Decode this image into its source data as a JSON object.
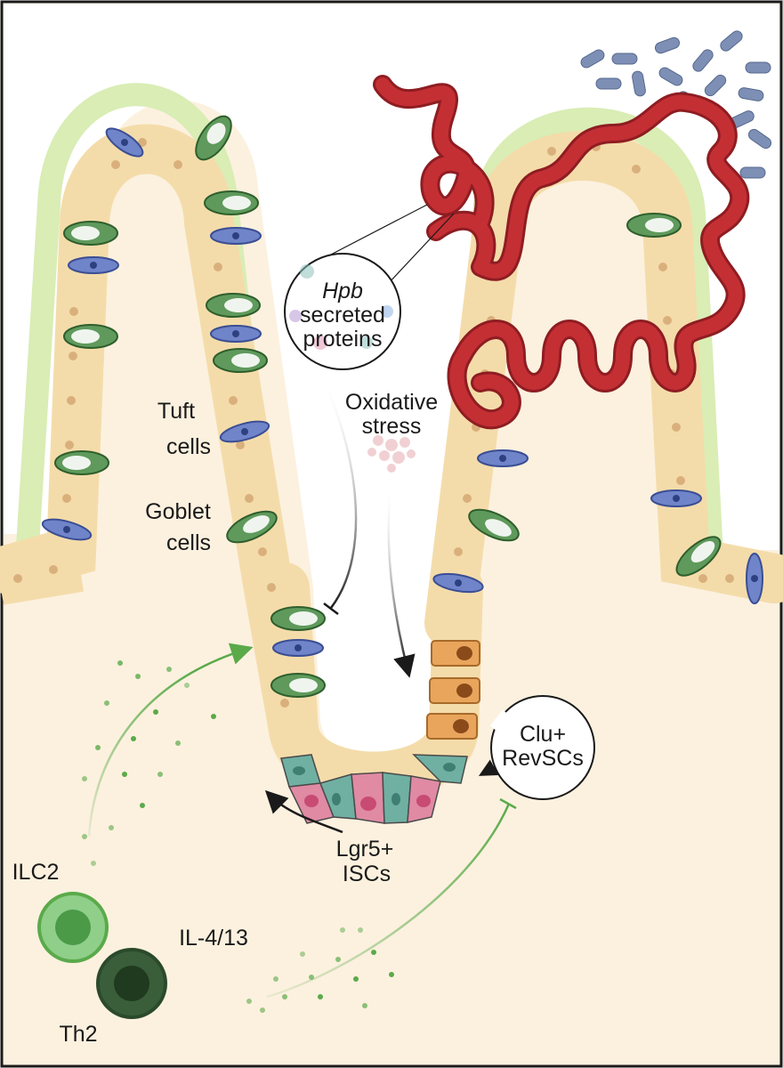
{
  "labels": {
    "hpb": "Hpb",
    "secreted": "secreted",
    "proteins": "proteins",
    "oxidative": "Oxidative",
    "stress": "stress",
    "tuft": "Tuft",
    "tuft_cells": "cells",
    "goblet": "Goblet",
    "goblet_cells": "cells",
    "clu": "Clu+",
    "revscs": "RevSCs",
    "lgr5": "Lgr5+",
    "iscs": "ISCs",
    "ilc2": "ILC2",
    "il413": "IL-4/13",
    "th2": "Th2"
  },
  "colors": {
    "tissue": "#fcf1df",
    "border": "#1a1a1a",
    "mucus": "#d9edb5",
    "epithelium": "#f4dcaa",
    "nucleus": "#d9b07c",
    "tuft": "#6f84c9",
    "goblet": "#5f9a5c",
    "worm": "#c42f34",
    "bacteria": "#7d8fb5",
    "isc": "#e08aa4",
    "paneth": "#6fb0a2",
    "revsc": "#e9a55c",
    "green_signal": "#5aaa4a"
  },
  "icons": [
    "tuft-cell-icon",
    "goblet-cell-icon",
    "worm-icon",
    "bacteria-icon",
    "isc-icon",
    "paneth-cell-icon",
    "revsc-icon",
    "ilc2-cell-icon",
    "th2-cell-icon"
  ]
}
